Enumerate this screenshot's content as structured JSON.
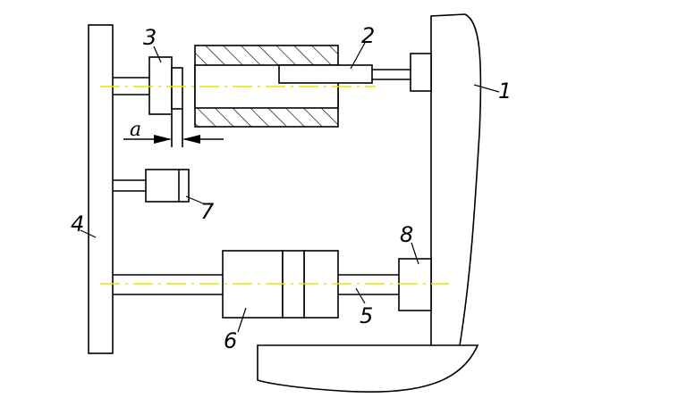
{
  "labels": {
    "l1": "1",
    "l2": "2",
    "l3": "3",
    "l4": "4",
    "l5": "5",
    "l6": "6",
    "l7": "7",
    "l8": "8"
  },
  "dimension": {
    "gap": "a"
  },
  "colors": {
    "centerline": "#e6e600",
    "stroke": "#000000"
  }
}
